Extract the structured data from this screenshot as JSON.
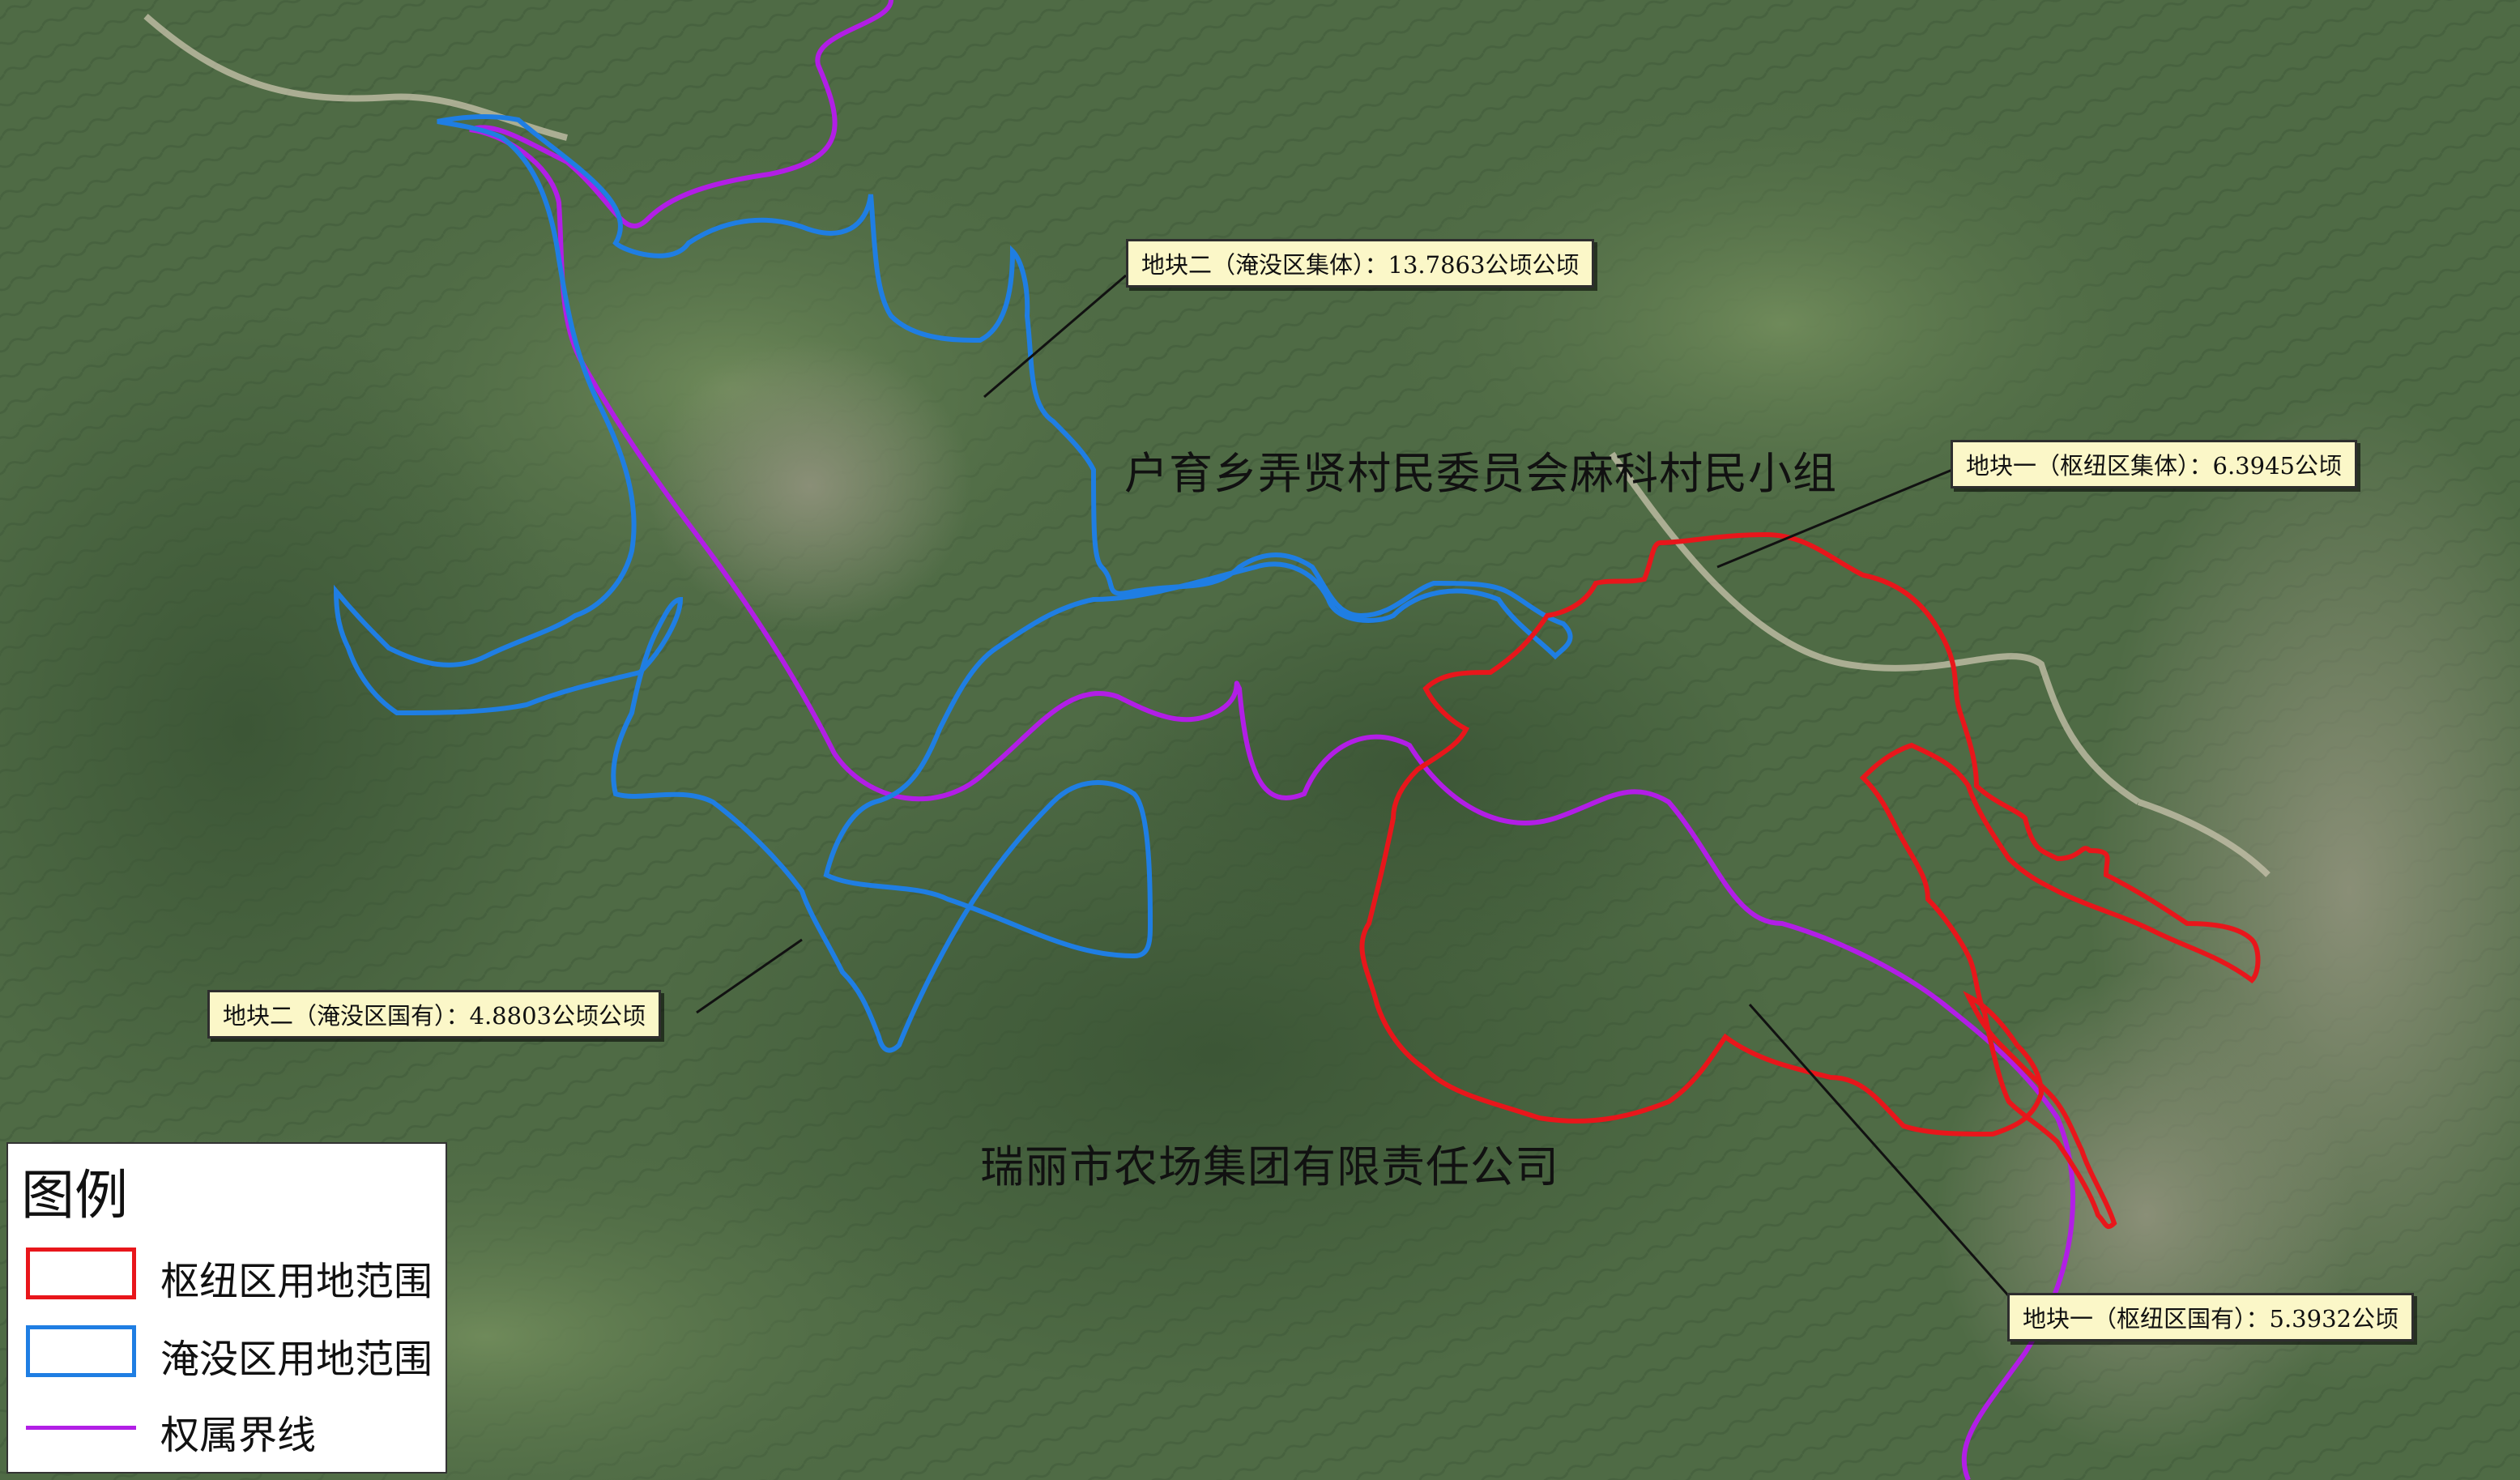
{
  "map": {
    "colors": {
      "hub_boundary": "#e8161b",
      "flood_boundary": "#1f7ee3",
      "ownership_line": "#b21ee6",
      "callout_bg": "#fbf7c8",
      "imagery_base": "#4f6b45"
    },
    "labels": {
      "village_group": "户育乡弄贤村民委员会麻科村民小组",
      "farm_company": "瑞丽市农场集团有限责任公司"
    },
    "callouts": [
      {
        "id": "flood-collective",
        "text": "地块二（淹没区集体）：13.7863公顷公顷"
      },
      {
        "id": "hub-collective",
        "text": "地块一（枢纽区集体）：6.3945公顷"
      },
      {
        "id": "flood-state",
        "text": "地块二（淹没区国有）：4.8803公顷公顷"
      },
      {
        "id": "hub-state",
        "text": "地块一（枢纽区国有）：5.3932公顷"
      }
    ]
  },
  "legend": {
    "title": "图例",
    "items": [
      {
        "label": "枢纽区用地范围",
        "kind": "box",
        "color": "#e8161b"
      },
      {
        "label": "淹没区用地范围",
        "kind": "box",
        "color": "#1f7ee3"
      },
      {
        "label": "权属界线",
        "kind": "line",
        "color": "#b21ee6"
      }
    ]
  }
}
